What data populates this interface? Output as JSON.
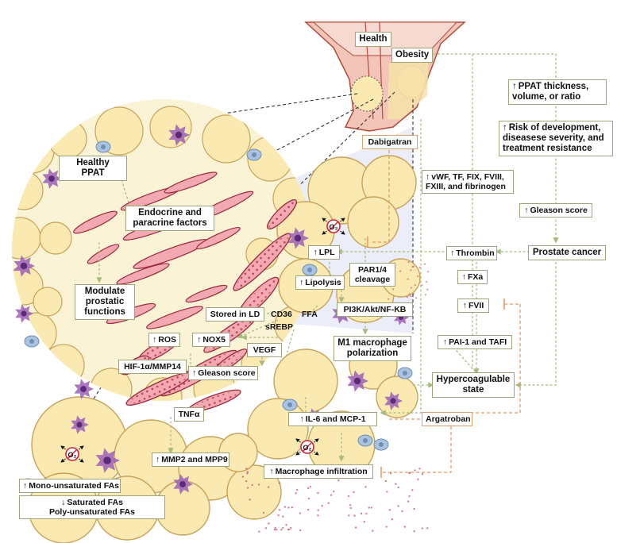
{
  "labels": {
    "health": "Health",
    "obesity": "Obesity",
    "healthy_ppat": "Healthy\nPPAT",
    "endocrine": "Endocrine and\nparacrine factors",
    "modulate": "Modulate\nprostatic\nfunctions",
    "dabigatran": "Dabigatran",
    "lpl": "LPL",
    "lipolysis": "Lipolysis",
    "par": "PAR1/4\ncleavage",
    "stored_ld": "Stored in LD",
    "cd36": "CD36",
    "srebp": "sREBP",
    "ffa": "FFA",
    "pi3k": "PI3K/Akt/NF-KB",
    "m1": "M1 macrophage\npolarization",
    "ros": "ROS",
    "nox5": "NOX5",
    "vegf": "VEGF",
    "hif": "HIF-1α/MMP14",
    "gleason_left": "Gleason score",
    "tnfa": "TNFα",
    "mmp": "MMP2 and MPP9",
    "il6": "IL-6 and MCP-1",
    "macro_inf": "Macrophage infiltration",
    "argatroban": "Argatroban",
    "mono": "Mono-unsaturated FAs",
    "sat": "Saturated FAs\nPoly-unsaturated FAs",
    "ppat_thick": "PPAT thickness,\nvolume, or ratio",
    "risk": "Risk of development,\ndiseasese severity, and\ntreatment resistance",
    "vwf": "vWF, TF, FIX, FVIII,\nFXIII, and fibrinogen",
    "gleason_right": "Gleason score",
    "thrombin": "Thrombin",
    "prostate_cancer": "Prostate cancer",
    "fxa": "FXa",
    "fvii": "FVII",
    "pai": "PAI-1 and TAFI",
    "hyper": "Hypercoagulable\nstate",
    "o2": "O₂"
  },
  "icons": {
    "up_arrow": "↑",
    "down_arrow": "↓"
  },
  "colors": {
    "adipocyte_fill": "#fbe9b2",
    "adipocyte_stroke": "#c9a25a",
    "mito_fill": "#f2a9b2",
    "mito_stroke": "#9c2a3c",
    "macrophage": "#9b5fb5",
    "green_arrow": "#a7bb7c",
    "orange_inhib": "#e8935e",
    "prostate": "#e89583"
  }
}
